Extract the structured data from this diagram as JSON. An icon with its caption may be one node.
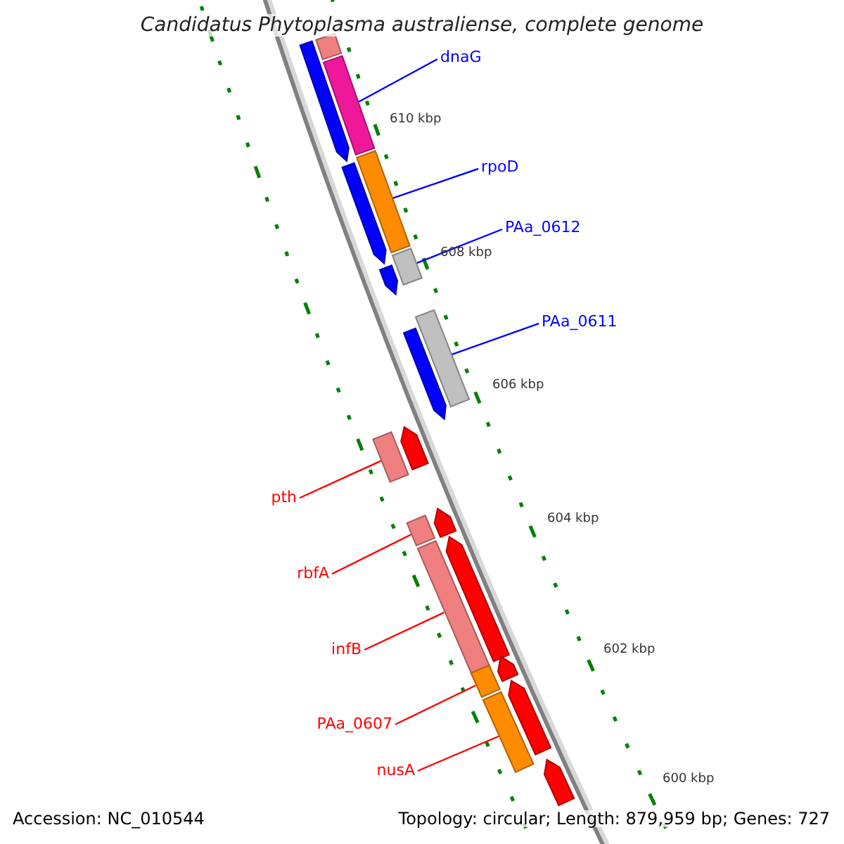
{
  "diagram": {
    "title": "Candidatus Phytoplasma australiense, complete genome",
    "nodes": [
      {
        "text": [
          "dnaG"
        ]
      },
      {
        "text": [
          "rpoD"
        ]
      },
      {
        "text": [
          "PAa_0612"
        ]
      },
      {
        "text": [
          "PAa_0611"
        ]
      },
      {
        "text": [
          "pth"
        ]
      },
      {
        "text": [
          "rbfA"
        ]
      },
      {
        "text": [
          "infB"
        ]
      },
      {
        "text": [
          "PAa_0607"
        ]
      },
      {
        "text": [
          "nusA"
        ]
      },
      {
        "text": [],
        "shape": "bar"
      },
      {
        "text": [],
        "shape": "bar"
      },
      {
        "text": [],
        "shape": "bar"
      },
      {
        "text": [],
        "shape": "bar"
      },
      {
        "text": [],
        "shape": "bar"
      },
      {
        "text": [],
        "shape": "bar"
      },
      {
        "text": [],
        "shape": "bar"
      },
      {
        "text": [],
        "shape": "bar"
      },
      {
        "text": [],
        "shape": "bar"
      },
      {
        "text": [],
        "shape": "bar"
      },
      {
        "text": [],
        "shape": "arrow"
      },
      {
        "text": [],
        "shape": "arrow"
      },
      {
        "text": [],
        "shape": "arrow"
      },
      {
        "text": [],
        "shape": "arrow"
      },
      {
        "text": [],
        "shape": "arrow"
      },
      {
        "text": [],
        "shape": "arrow"
      },
      {
        "text": [],
        "shape": "arrow"
      },
      {
        "text": [],
        "shape": "arrow"
      },
      {
        "text": [],
        "shape": "arrow"
      },
      {
        "text": [],
        "shape": "arrow"
      }
    ],
    "edges": [
      {
        "from": 0,
        "to": 9,
        "arrow": "none",
        "color": "#0000ff"
      },
      {
        "from": 1,
        "to": 10,
        "arrow": "none",
        "color": "#0000ff"
      },
      {
        "from": 2,
        "to": 11,
        "arrow": "none",
        "color": "#0000ff"
      },
      {
        "from": 3,
        "to": 12,
        "arrow": "none",
        "color": "#0000ff"
      },
      {
        "from": 4,
        "to": 13,
        "arrow": "none"
      },
      {
        "from": 5,
        "to": 14,
        "arrow": "none"
      },
      {
        "from": 6,
        "to": 15,
        "arrow": "none"
      },
      {
        "from": 7,
        "to": 16,
        "arrow": "none"
      },
      {
        "from": 8,
        "to": 17,
        "arrow": "none"
      }
    ],
    "labels": [
      "610 kbp",
      "608 kbp",
      "606 kbp",
      "604 kbp",
      "602 kbp",
      "600 kbp",
      "Accession: NC_010544",
      "Topology: circular; Length: 879,959 bp; Genes: 727"
    ]
  }
}
